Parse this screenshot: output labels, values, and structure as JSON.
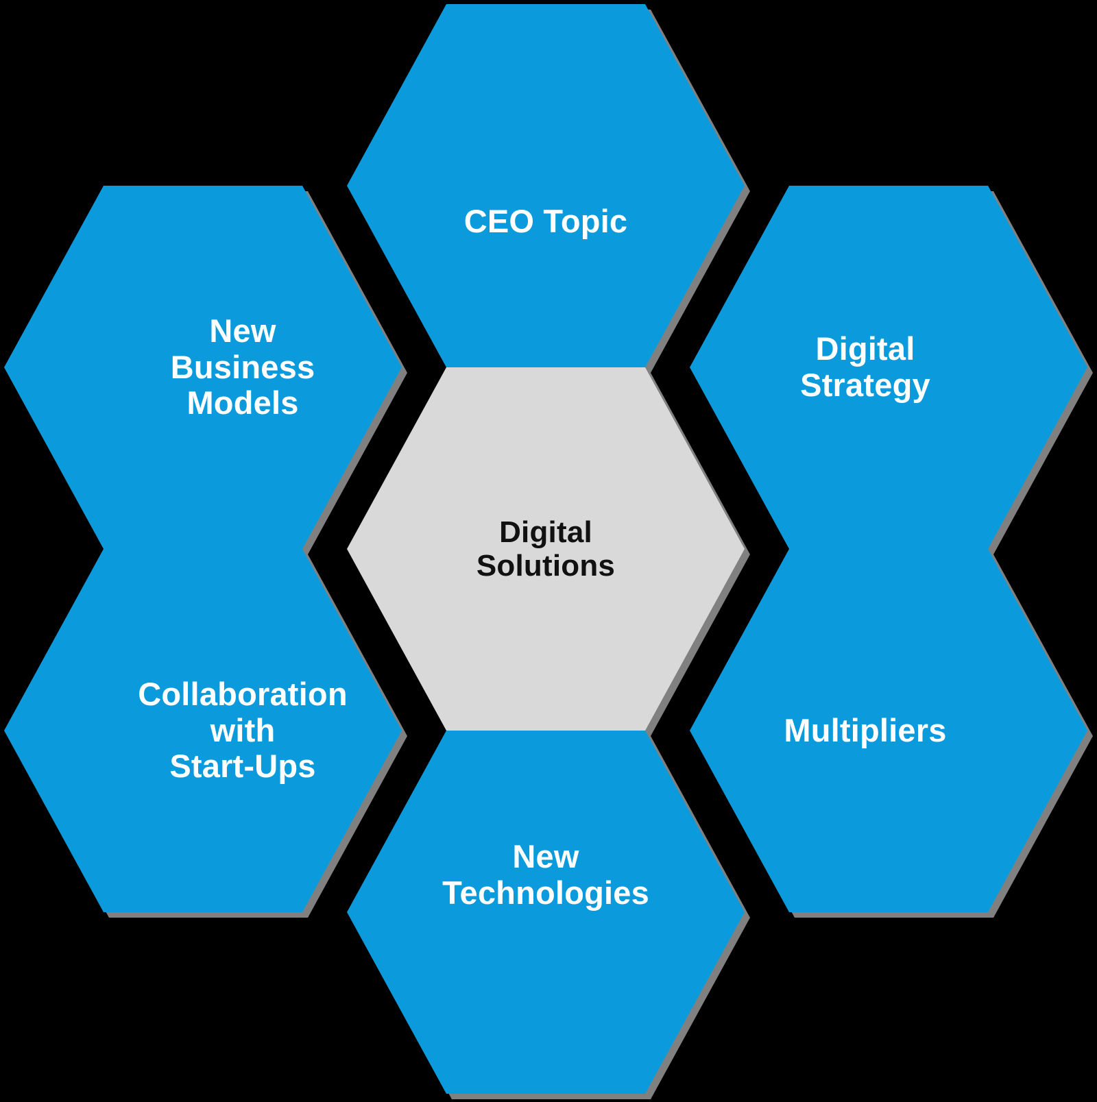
{
  "diagram": {
    "type": "honeycomb-hexagon-cluster",
    "background_color": "#000000",
    "center": {
      "label": "Digital\nSolutions",
      "fill_color": "#D9D9D9",
      "text_color": "#111111"
    },
    "petal_fill_color": "#0B9BDD",
    "petal_text_color": "#FFFFFF",
    "shadow_color": "#808080",
    "petals": [
      {
        "id": "ceo-topic",
        "label": "CEO Topic",
        "position": "top"
      },
      {
        "id": "digital-strategy",
        "label": "Digital\nStrategy",
        "position": "top-right"
      },
      {
        "id": "multipliers",
        "label": "Multipliers",
        "position": "bottom-right"
      },
      {
        "id": "new-technologies",
        "label": "New\nTechnologies",
        "position": "bottom"
      },
      {
        "id": "collaboration-with-startups",
        "label": "Collaboration\nwith\nStart-Ups",
        "position": "bottom-left"
      },
      {
        "id": "new-business-models",
        "label": "New\nBusiness\nModels",
        "position": "top-left"
      }
    ]
  }
}
